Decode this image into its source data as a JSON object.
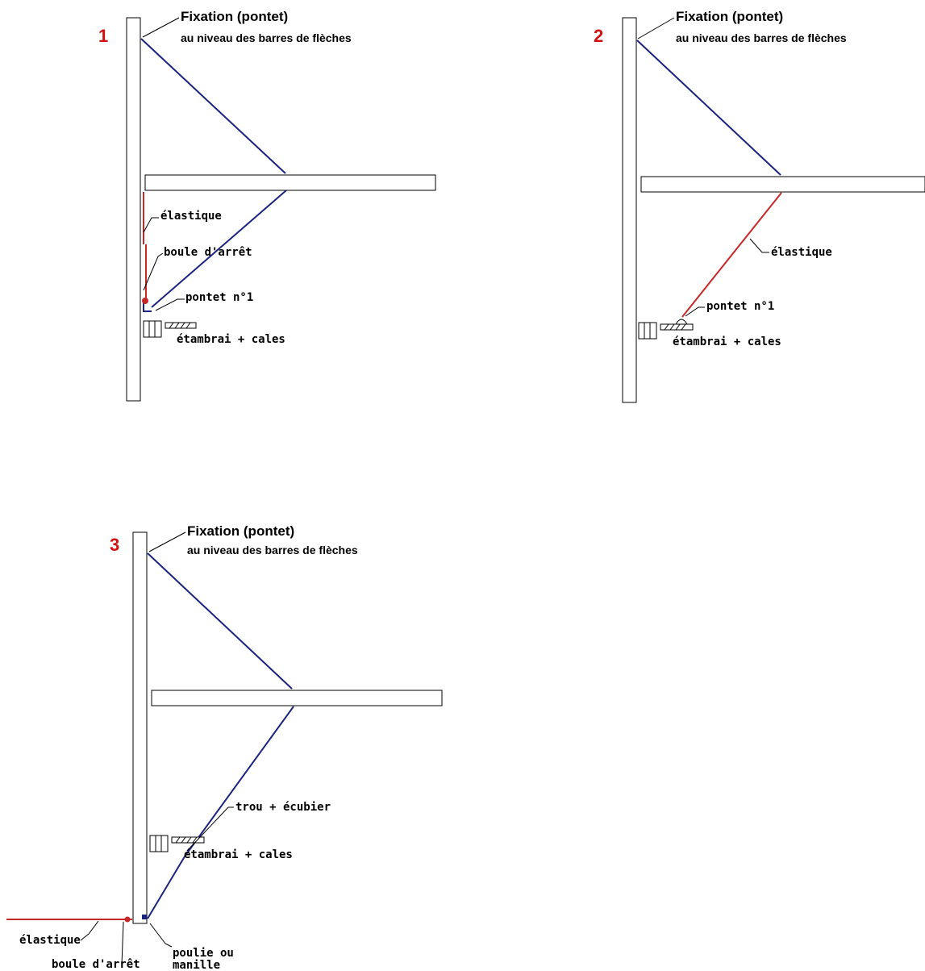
{
  "diagrams": [
    {
      "number": "1",
      "title": "Fixation (pontet)",
      "subtitle": "au niveau des barres de flèches",
      "labels": {
        "elastique": "élastique",
        "boule": "boule d'arrêt",
        "pontet": "pontet n°1",
        "etambrai": "étambrai + cales"
      }
    },
    {
      "number": "2",
      "title": "Fixation (pontet)",
      "subtitle": "au niveau des barres de flèches",
      "labels": {
        "elastique": "élastique",
        "pontet": "pontet n°1",
        "etambrai": "étambrai + cales"
      }
    },
    {
      "number": "3",
      "title": "Fixation (pontet)",
      "subtitle": "au niveau des barres de flèches",
      "labels": {
        "trou": "trou + écubier",
        "etambrai": "étambrai + cales",
        "elastique": "élastique",
        "boule": "boule d'arrêt",
        "poulie_line1": "poulie ou",
        "poulie_line2": "manille"
      }
    }
  ],
  "colors": {
    "stay": "#1a237e",
    "elastic": "#c62828",
    "number": "#d01010"
  }
}
